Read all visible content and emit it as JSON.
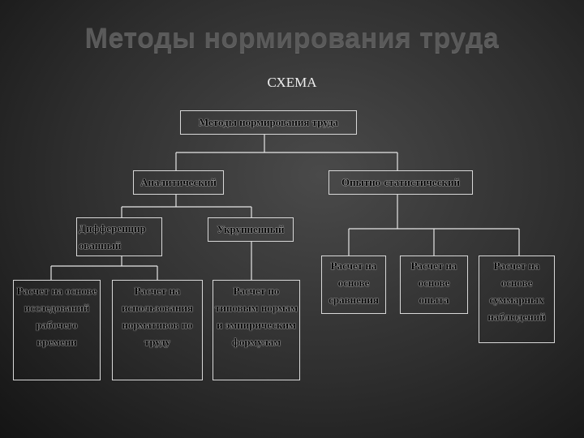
{
  "slide": {
    "title": "Методы нормирования труда",
    "subtitle": "СХЕМА"
  },
  "diagram": {
    "root": "Методы нормирования труда",
    "analytical": "Аналитический",
    "statistical": "Опытно-статистический",
    "differentiated": "Дифференцир ованный",
    "aggregated": "Укрупненный",
    "calc_research": "Расчет на основе исследований рабочего времени",
    "calc_norms": "Расчет на использования нормативов по труду",
    "calc_typical": "Расчет по типовым нормам и эмпирическим формулам",
    "calc_comparison": "Расчет на основе сравнения",
    "calc_experience": "Расчет на основе опыта",
    "calc_observations": "Расчет на основе суммарных наблюдений"
  }
}
